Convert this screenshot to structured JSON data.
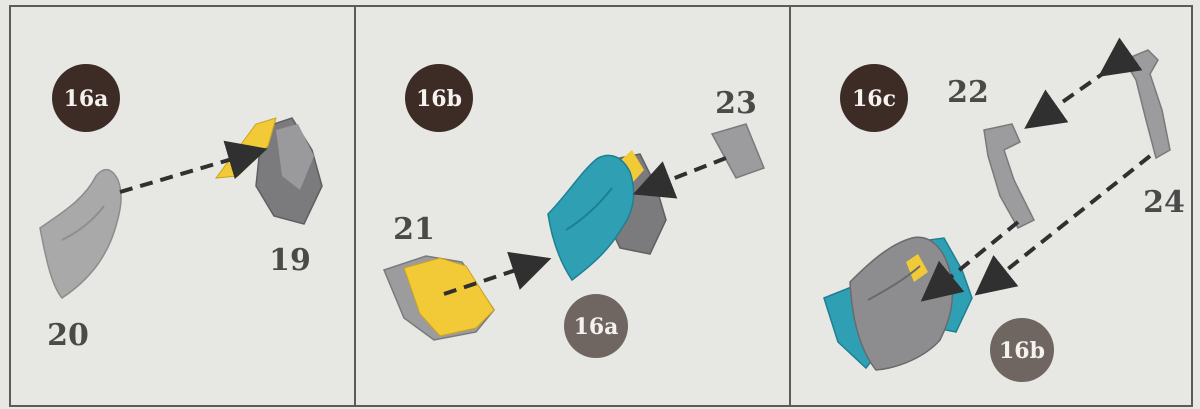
{
  "colors": {
    "background": "#e7e7e3",
    "frame": "#5b5b59",
    "badge_dark": "#3d2c25",
    "badge_light": "#6f6561",
    "part_gray": "#a9a9a9",
    "part_yellow": "#f2c936",
    "part_teal": "#2f9fb4",
    "arrow": "#303030"
  },
  "panels": [
    {
      "step_badge": "16a",
      "part_labels": [
        "19",
        "20"
      ]
    },
    {
      "step_badge": "16b",
      "part_labels": [
        "21",
        "23"
      ],
      "subassembly_badge": "16a"
    },
    {
      "step_badge": "16c",
      "part_labels": [
        "22",
        "24"
      ],
      "subassembly_badge": "16b"
    }
  ]
}
